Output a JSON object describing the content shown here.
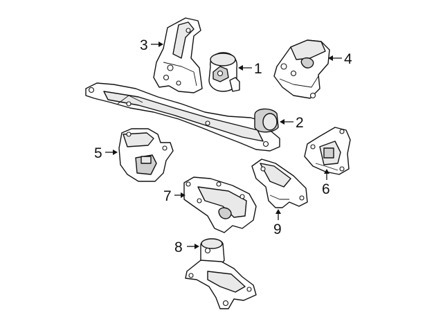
{
  "diagram": {
    "callouts": [
      {
        "number": "1"
      },
      {
        "number": "2"
      },
      {
        "number": "3"
      },
      {
        "number": "4"
      },
      {
        "number": "5"
      },
      {
        "number": "6"
      },
      {
        "number": "7"
      },
      {
        "number": "8"
      },
      {
        "number": "9"
      }
    ]
  }
}
